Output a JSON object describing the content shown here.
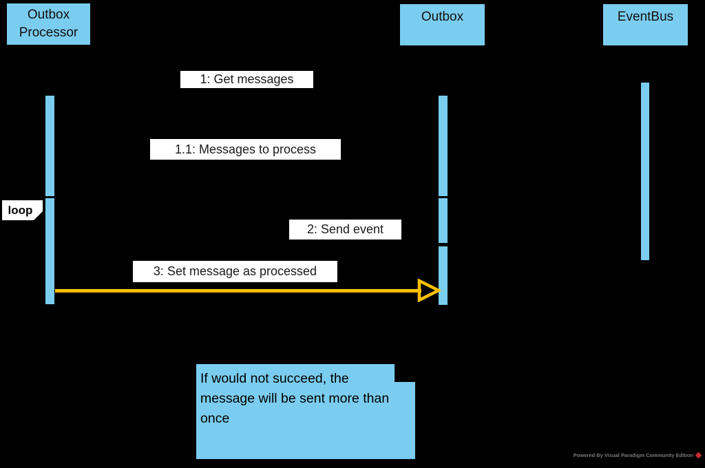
{
  "diagram_type": "uml-sequence-diagram",
  "participants": [
    {
      "label": "Outbox Processor"
    },
    {
      "label": "Outbox"
    },
    {
      "label": "EventBus"
    }
  ],
  "messages": {
    "m1": "1: Get messages",
    "m11": "1.1: Messages to process",
    "m2": "2: Send event",
    "m3": "3: Set message as processed"
  },
  "fragment": {
    "operator": "loop"
  },
  "note": {
    "text": "If would not succeed, the message will be sent more than once"
  },
  "watermark": {
    "text": "Powered By Visual Paradigm Community Edition"
  },
  "colors": {
    "background": "#000000",
    "shape_fill": "#7BCDF0",
    "message_arrow": "#FFC000",
    "label_background": "#FFFFFF",
    "label_text": "#1A1A1A",
    "watermark_text": "#7A7A7A",
    "watermark_logo": "#C62B31"
  }
}
